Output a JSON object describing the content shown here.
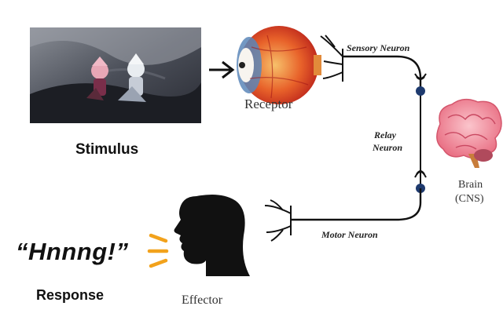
{
  "stimulus": {
    "label": "Stimulus"
  },
  "receptor": {
    "label": "Receptor"
  },
  "neurons": {
    "sensory": "Sensory Neuron",
    "relay_line1": "Relay",
    "relay_line2": "Neuron",
    "motor": "Motor Neuron"
  },
  "brain": {
    "line1": "Brain",
    "line2": "(CNS)"
  },
  "effector": {
    "label": "Effector"
  },
  "response": {
    "label": "Response",
    "quote": "“Hnnng!”"
  },
  "colors": {
    "line": "#111111",
    "node": "#1e3a6e",
    "sound_waves": "#f2a21c",
    "brain": "#f08a99",
    "iris": "#d9751a",
    "eyeball": "#e43a2a"
  },
  "icons": [
    "eye-icon",
    "brain-icon",
    "head-silhouette-icon",
    "sound-waves-icon",
    "arrow-right-icon"
  ]
}
